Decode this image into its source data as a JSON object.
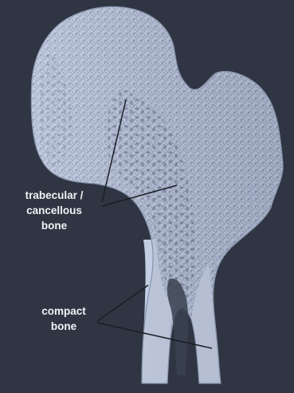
{
  "labels": {
    "trabecular": {
      "lines": [
        "trabecular /",
        "cancellous",
        "bone"
      ]
    },
    "compact": {
      "lines": [
        "compact",
        "bone"
      ]
    }
  },
  "colors": {
    "background": "#2f3542",
    "bone": "#b9c4dc",
    "bone_shadow": "#8692ad",
    "leader_line": "#1a1d24",
    "label_text": "#f0f2f6"
  }
}
